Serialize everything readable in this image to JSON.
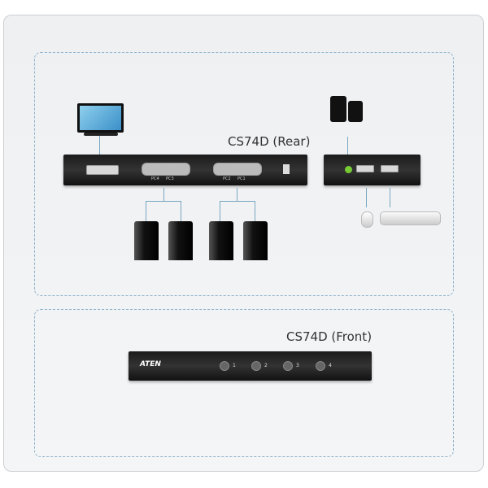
{
  "rear": {
    "title": "CS74D (Rear)",
    "port_labels": [
      "PC4",
      "PC3",
      "PC2",
      "PC1"
    ]
  },
  "front": {
    "title": "CS74D (Front)",
    "brand": "ATEN",
    "buttons": [
      "1",
      "2",
      "3",
      "4"
    ]
  }
}
